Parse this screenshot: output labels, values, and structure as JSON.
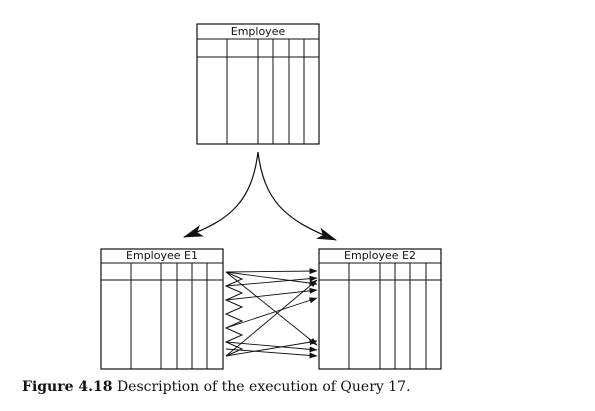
{
  "diagram": {
    "tables": [
      {
        "id": "source",
        "title": "Employee"
      },
      {
        "id": "e1",
        "title": "Employee  E1"
      },
      {
        "id": "e2",
        "title": "Employee  E2"
      }
    ]
  },
  "caption": {
    "label": "Figure 4.18",
    "text": "Description of the execution of Query 17."
  }
}
